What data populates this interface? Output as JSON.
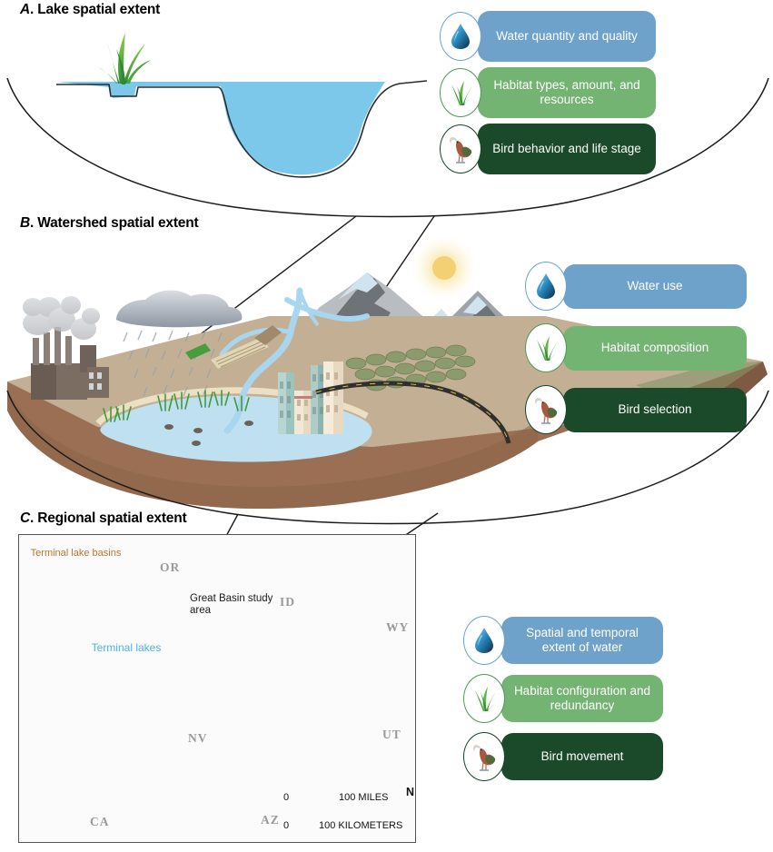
{
  "figure": {
    "panels": [
      {
        "id": "A",
        "letter": "A",
        "title": ". Lake spatial extent",
        "indicators": [
          {
            "icon": "water-drop-icon",
            "label": "Water quantity and quality",
            "color": "#6fa2ca"
          },
          {
            "icon": "grass-icon",
            "label": "Habitat types, amount, and resources",
            "color": "#74b473"
          },
          {
            "icon": "ibis-bird-icon",
            "label": "Bird behavior and life stage",
            "color": "#1b4a2b"
          }
        ]
      },
      {
        "id": "B",
        "letter": "B",
        "title": ". Watershed spatial extent",
        "indicators": [
          {
            "icon": "water-drop-icon",
            "label": "Water use",
            "color": "#6fa2ca"
          },
          {
            "icon": "grass-icon",
            "label": "Habitat composition",
            "color": "#74b473"
          },
          {
            "icon": "ibis-bird-icon",
            "label": "Bird selection",
            "color": "#1b4a2b"
          }
        ]
      },
      {
        "id": "C",
        "letter": "C",
        "title": ". Regional spatial extent",
        "indicators": [
          {
            "icon": "water-drop-icon",
            "label": "Spatial and temporal extent of water",
            "color": "#6fa2ca"
          },
          {
            "icon": "grass-icon",
            "label": "Habitat configuration and redundancy",
            "color": "#74b473"
          },
          {
            "icon": "ibis-bird-icon",
            "label": "Bird movement",
            "color": "#1b4a2b"
          }
        ]
      }
    ]
  },
  "map": {
    "annotations": {
      "terminal_lake_basins": "Terminal lake basins",
      "terminal_lakes": "Terminal lakes",
      "study_area": "Great Basin study area"
    },
    "state_labels": [
      "OR",
      "ID",
      "WY",
      "NV",
      "UT",
      "CA",
      "AZ"
    ],
    "scale": {
      "miles_zero": "0",
      "miles_max": "100 MILES",
      "km_zero": "0",
      "km_max": "100 KILOMETERS"
    },
    "north_arrow_label": "N",
    "colors": {
      "basin_fill": "#fae0c0",
      "basin_stroke": "#c8883c",
      "lake_fill": "#7cc8ee",
      "study_area_fill": "#c6c6c6",
      "background": "#f7f7f7"
    }
  },
  "palette": {
    "water_blue": "#6fa2ca",
    "habitat_green": "#74b473",
    "bird_dark_green": "#1b4a2b",
    "lake_water": "#79c6e8",
    "soil_brown": "#9a6f53",
    "land_tan": "#c3b094"
  }
}
